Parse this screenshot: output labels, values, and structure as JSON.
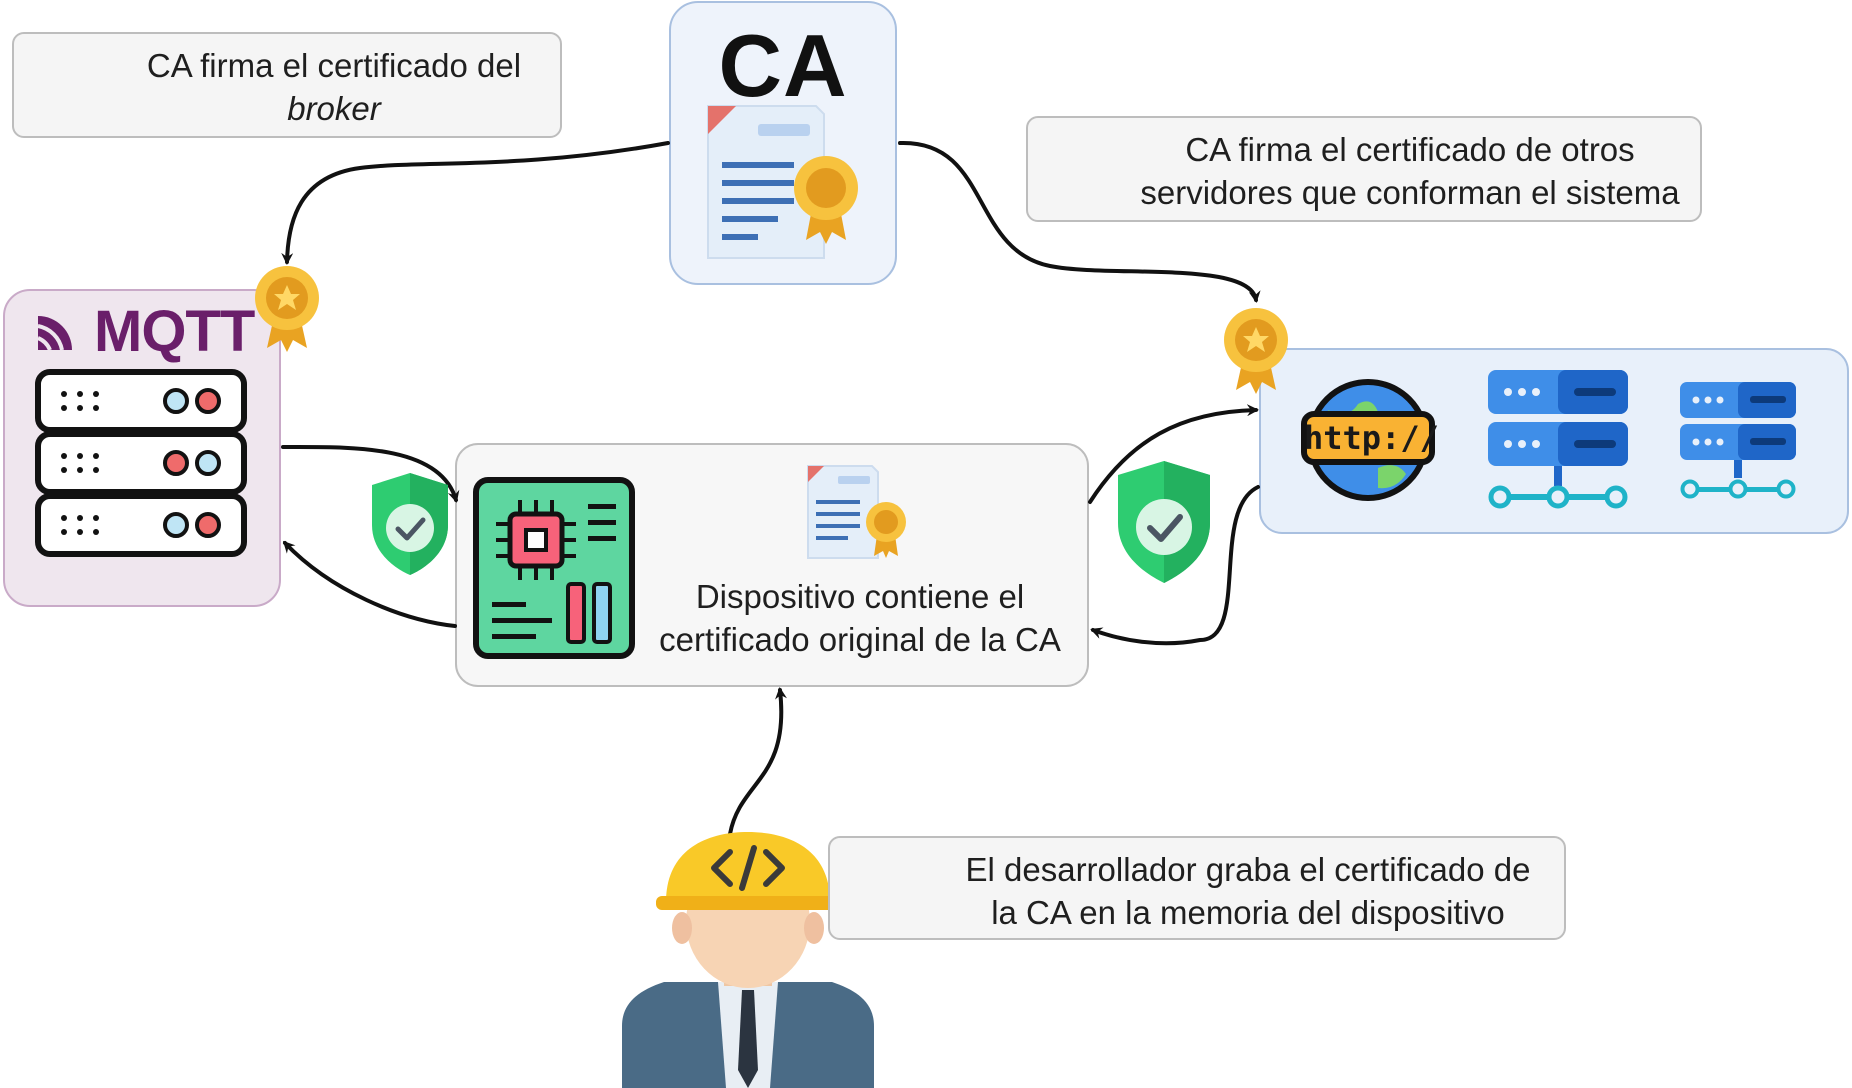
{
  "ca_box": {
    "title": "CA"
  },
  "broker_box": {
    "title": "MQTT"
  },
  "device_box": {
    "caption_line1": "Dispositivo contiene el",
    "caption_line2": "certificado original de la CA"
  },
  "servers_box": {
    "http_label": "http://"
  },
  "notes": {
    "ca_signs_broker": {
      "line1": "CA firma el certificado del",
      "line2_italic": "broker"
    },
    "ca_signs_servers": {
      "line1": "CA firma el certificado de otros",
      "line2": "servidores que conforman el sistema"
    },
    "developer_flashes": {
      "line1": "El desarrollador graba el certificado de",
      "line2": "la CA en la memoria del dispositivo"
    }
  },
  "icons": [
    "certificate-icon",
    "signing-pen-icon",
    "award-medal-icon",
    "shield-check-icon",
    "server-rack-icon",
    "circuit-board-icon",
    "globe-http-icon",
    "network-server-icon",
    "developer-avatar-icon",
    "memory-card-lock-icon"
  ],
  "colors": {
    "ca_box_fill": "#eef3fb",
    "ca_box_border": "#a9c0e0",
    "broker_box_fill": "#efe6ee",
    "broker_box_border": "#c9aac8",
    "servers_box_fill": "#e8f0fa",
    "servers_box_border": "#a9c0e0",
    "device_box_fill": "#f7f7f7",
    "device_box_border": "#bdbdbd",
    "mqtt_purple": "#6a1f6a",
    "shield_green": "#2ecc71",
    "medal_gold": "#f5b82e",
    "server_blue": "#3f8ee8",
    "board_green": "#5ed6a0",
    "helmet_yellow": "#f9c928"
  }
}
